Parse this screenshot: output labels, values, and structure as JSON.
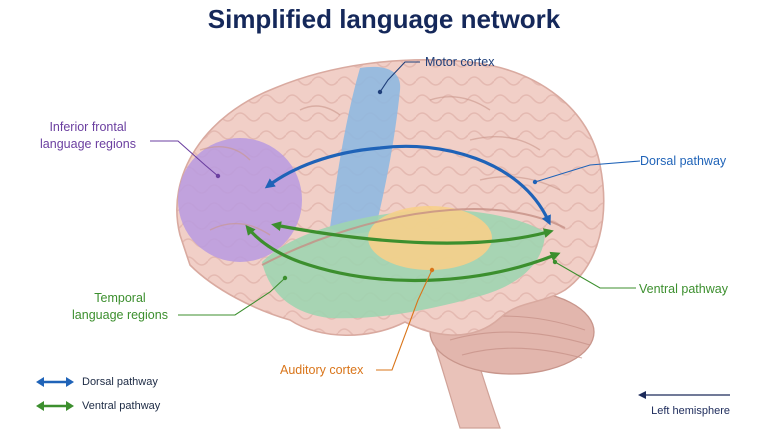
{
  "title": "Simplified language network",
  "labels": {
    "motor_cortex": "Motor cortex",
    "inferior_frontal": [
      "Inferior frontal",
      "language regions"
    ],
    "dorsal_pathway": "Dorsal pathway",
    "ventral_pathway": "Ventral pathway",
    "temporal": [
      "Temporal",
      "language regions"
    ],
    "auditory_cortex": "Auditory cortex"
  },
  "legend": [
    {
      "label": "Dorsal pathway",
      "color": "#1f63b8"
    },
    {
      "label": "Ventral pathway",
      "color": "#3c8f2e"
    }
  ],
  "orientation": {
    "label": "Left hemisphere",
    "arrow": "left-arrow-icon"
  },
  "colors": {
    "brain": "#f1cfc7",
    "brain_outline": "#d9aaa0",
    "motor": "#8fb8e0",
    "frontal": "#b89ae0",
    "temporal": "#9fd4b0",
    "auditory": "#f7cf8a",
    "cerebellum": "#e2b6ad",
    "dorsal": "#1f63b8",
    "ventral": "#3c8f2e",
    "frontal_label": "#6b3fa0",
    "auditory_label": "#d9751a"
  }
}
